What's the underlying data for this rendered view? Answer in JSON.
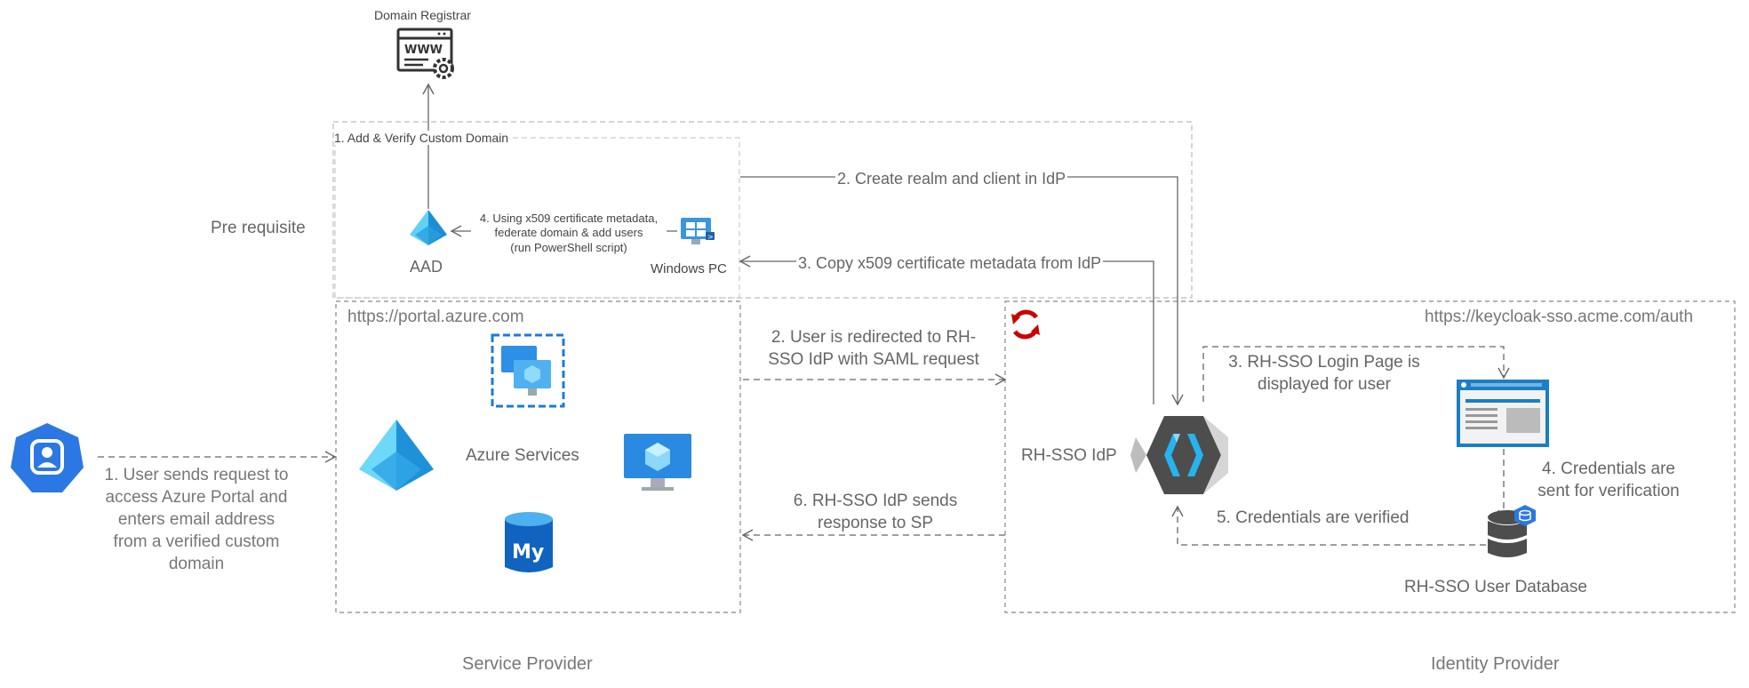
{
  "top": {
    "domain_registrar": "Domain Registrar",
    "prereq_label": "Pre requisite",
    "aad_label": "AAD",
    "windows_pc_label": "Windows PC",
    "step1_domain": "1. Add & Verify Custom Domain",
    "step4_ps": "4. Using x509 certificate metadata,\nfederate domain & add users\n(run PowerShell script)",
    "step2_realm": "2. Create realm and client in IdP",
    "step3_copy": "3. Copy x509 certificate metadata from IdP"
  },
  "service_provider": {
    "url": "https://portal.azure.com",
    "azure_services": "Azure Services",
    "footer": "Service Provider"
  },
  "identity_provider": {
    "url": "https://keycloak-sso.acme.com/auth",
    "idp_label": "RH-SSO IdP",
    "step3_login": "3. RH-SSO Login Page is\ndisplayed for user",
    "step4_creds": "4. Credentials are\nsent for verification",
    "step5_verified": "5. Credentials are verified",
    "db_label": "RH-SSO User Database",
    "footer": "Identity Provider"
  },
  "flow": {
    "step1_user": "1. User sends request to\naccess Azure Portal and\nenters email address\nfrom a verified custom\ndomain",
    "step2_redirect": "2. User is redirected to RH-\nSSO IdP with SAML request",
    "step6_response": "6. RH-SSO IdP sends\nresponse to SP"
  },
  "colors": {
    "azure_blue": "#0078d4",
    "azure_light": "#50c6f0",
    "redhat_red": "#cc0000",
    "keycloak_dark": "#4d4d4d",
    "border_gray": "#888888"
  },
  "icons": {
    "user": "user-badge-icon",
    "registrar": "www-gear-icon",
    "aad": "pyramid-icon",
    "windows_pc": "windows-pc-icon",
    "vm_scale": "vm-scale-set-icon",
    "vm": "virtual-machine-icon",
    "mysql": "mysql-db-icon",
    "redhat": "redhat-sync-icon",
    "keycloak": "keycloak-icon",
    "login_page": "browser-window-icon",
    "database": "database-icon"
  }
}
